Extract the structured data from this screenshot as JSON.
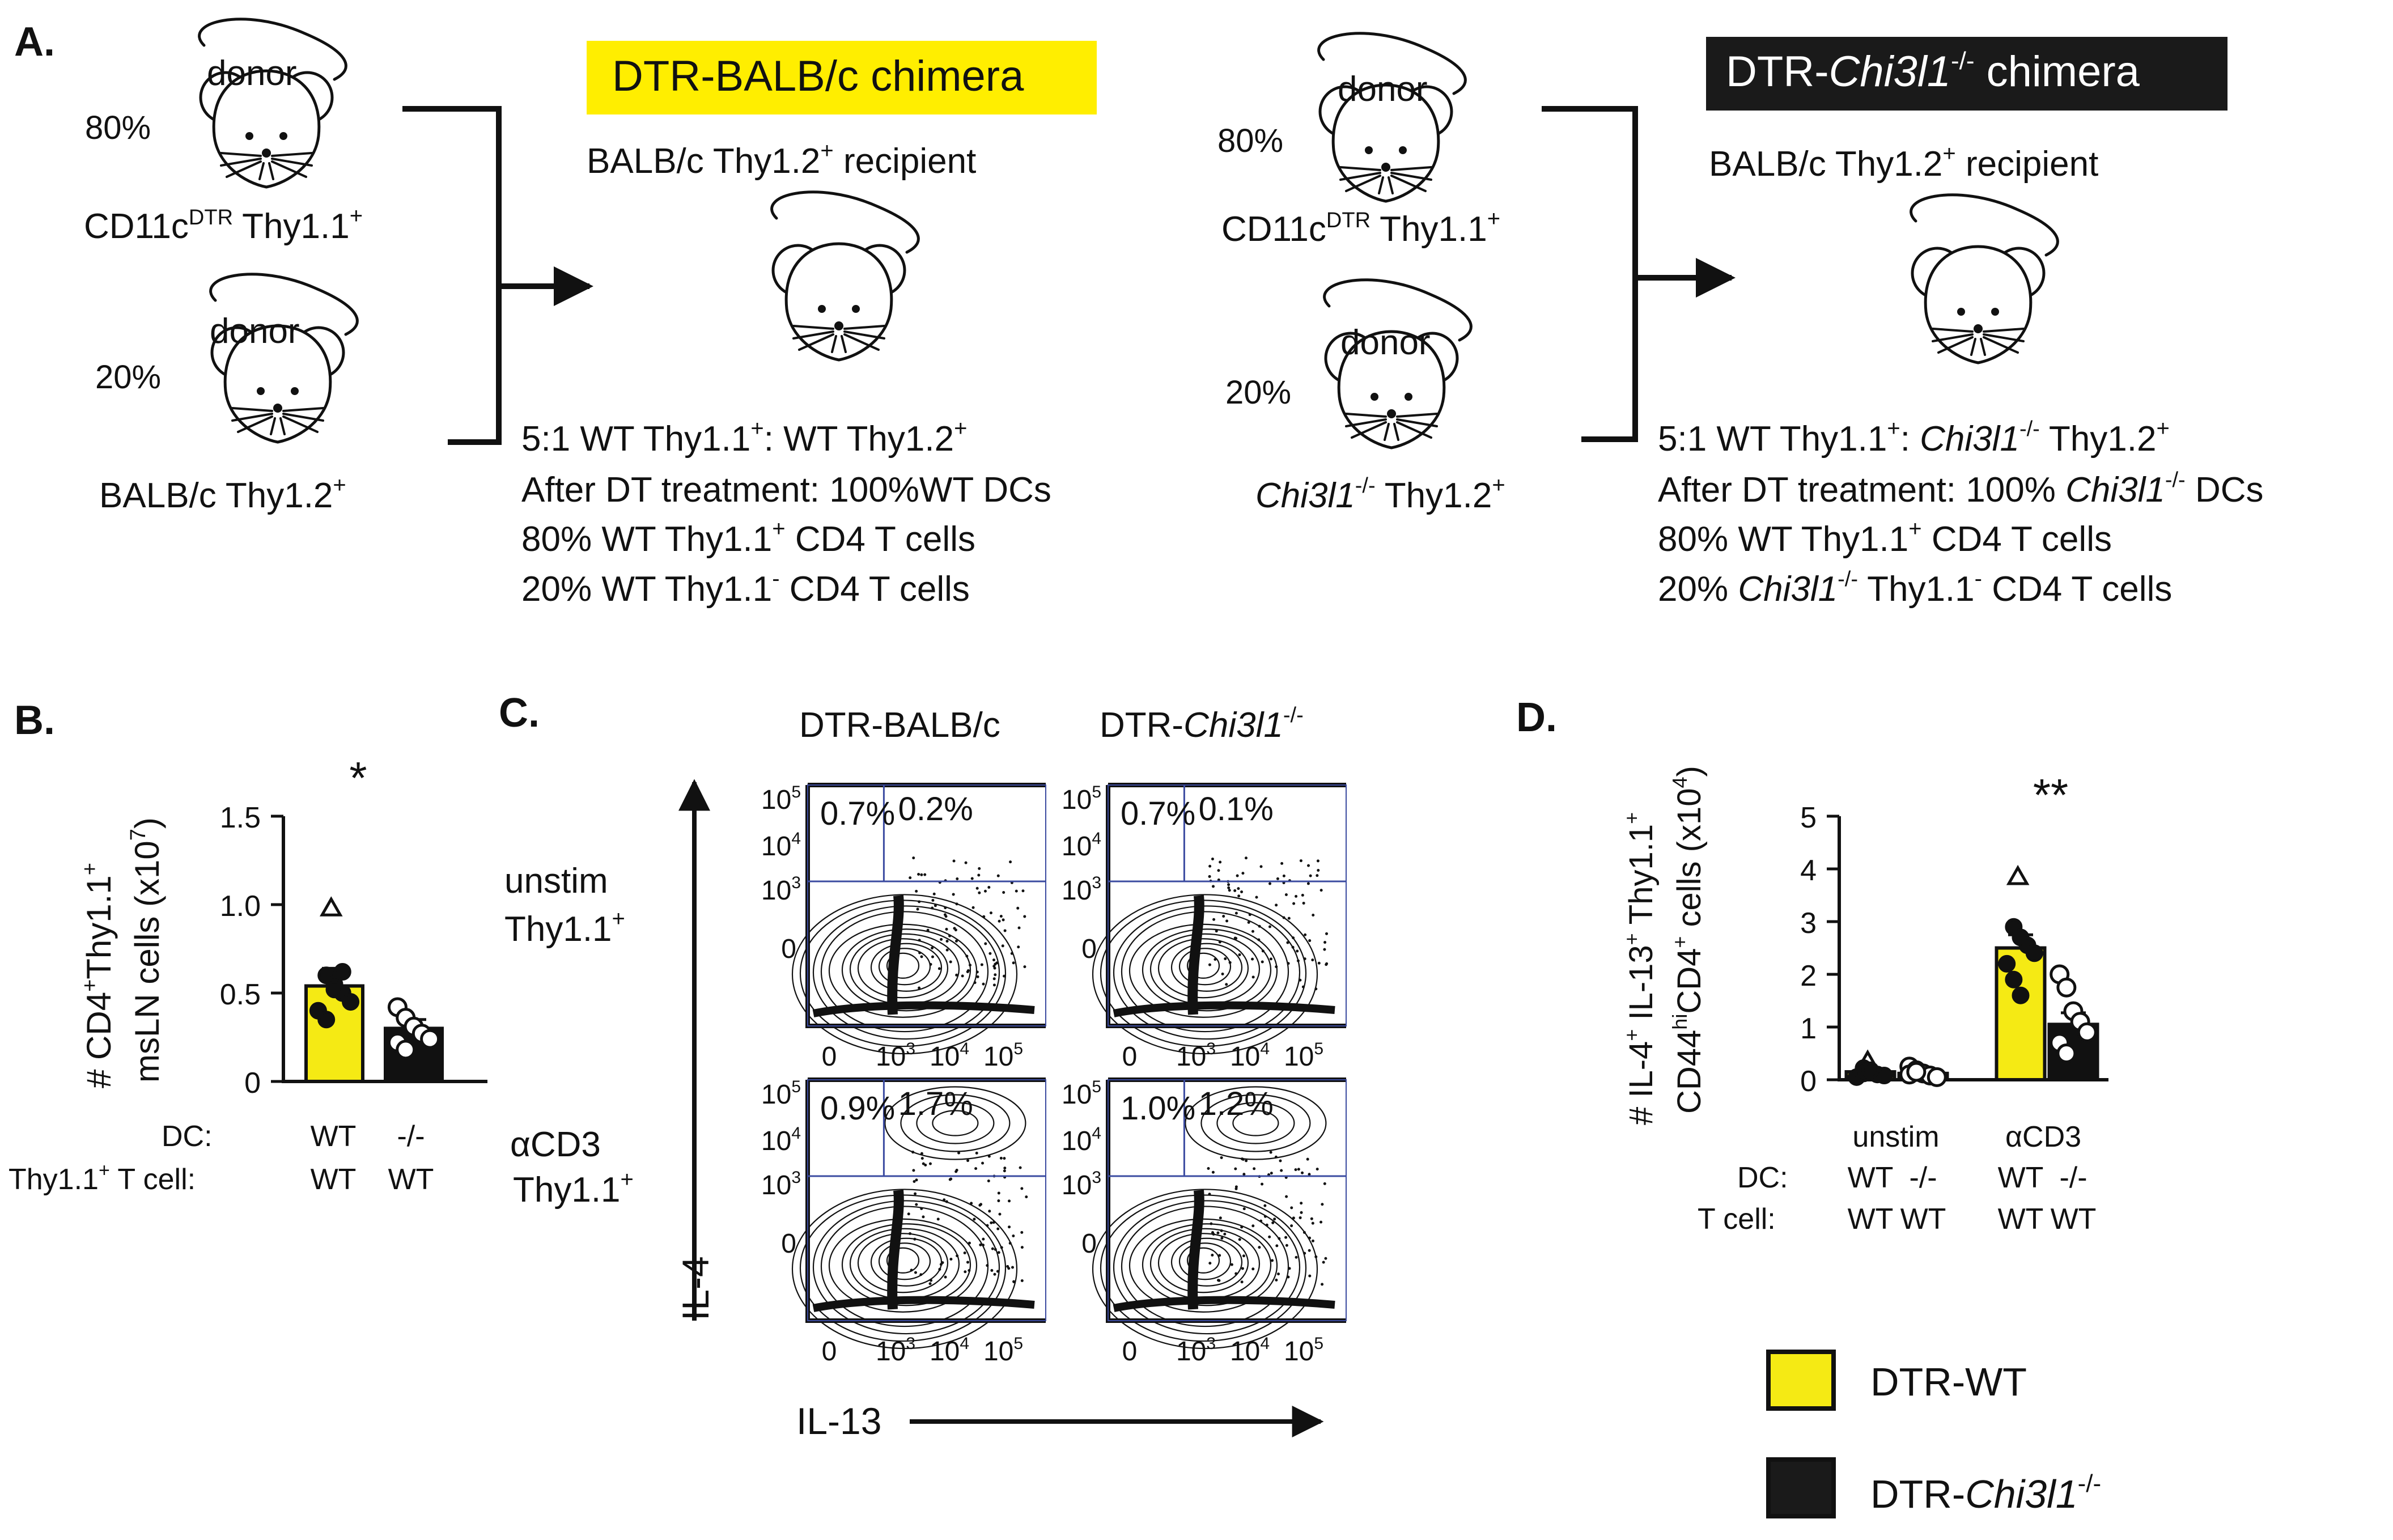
{
  "panel_a": {
    "label": "A.",
    "left": {
      "box_label": "DTR-BALB/c chimera",
      "donor_word": "donor",
      "donor1_pct": "80%",
      "donor1_strain": "CD11c",
      "donor1_sup": "DTR",
      "donor1_suffix": " Thy1.1",
      "donor2_pct": "20%",
      "donor2_strain": "BALB/c Thy1.2",
      "recipient": "BALB/c Thy1.2",
      "recipient_suffix": " recipient",
      "ratio_a": "5:1 WT Thy1.1",
      "ratio_b": ": WT Thy1.2",
      "after_dt": "After DT treatment:  100%WT DCs",
      "pct80_a": "80% WT Thy1.1",
      "pct80_b": " CD4 T cells",
      "pct20_a": "20% WT Thy1.1",
      "pct20_b": " CD4 T cells"
    },
    "right": {
      "box_label_a": "DTR-",
      "box_label_italic": "Chi3l1",
      "box_label_sup": "-/-",
      "box_label_b": " chimera",
      "donor_word": "donor",
      "donor1_pct": "80%",
      "donor1_strain": "CD11c",
      "donor1_sup": "DTR",
      "donor1_suffix": " Thy1.1",
      "donor2_pct": "20%",
      "donor2_italic": "Chi3l1",
      "donor2_sup": "-/-",
      "donor2_suffix": " Thy1.2",
      "recipient": "BALB/c Thy1.2",
      "recipient_suffix": " recipient",
      "ratio_a": "5:1 WT Thy1.1",
      "ratio_b": ": ",
      "ratio_italic": "Chi3l1",
      "ratio_sup": "-/-",
      "ratio_c": " Thy1.2",
      "after_dt_a": "After DT treatment:  100% ",
      "after_dt_italic": "Chi3l1",
      "after_dt_sup": "-/-",
      "after_dt_b": " DCs",
      "pct80_a": "80% WT Thy1.1",
      "pct80_b": " CD4 T cells",
      "pct20_a": "20% ",
      "pct20_italic": "Chi3l1",
      "pct20_sup": "-/-",
      "pct20_b": " Thy1.1",
      "pct20_c": " CD4 T cells"
    },
    "sup_plus": "+",
    "sup_minus": "-"
  },
  "panel_b": {
    "label": "B.",
    "ylabel_line1": "# CD4",
    "ylabel_line1_b": "Thy1.1",
    "ylabel_line2": "msLN cells (x10",
    "ylabel_exp": "7",
    "ylabel_close": ")",
    "sig": "*",
    "row1_label": "DC:",
    "row2_label": "Thy1.1",
    "row2_label_b": " T cell:",
    "dc_values": [
      "WT",
      "-/-"
    ],
    "tcell_values": [
      "WT",
      "WT"
    ]
  },
  "panel_c": {
    "label": "C.",
    "col1": "DTR-BALB/c",
    "col2_a": "DTR-",
    "col2_italic": "Chi3l1",
    "col2_sup": "-/-",
    "row1_a": "unstim",
    "row1_b": "Thy1.1",
    "row2_a": "αCD3",
    "row2_b": "Thy1.1",
    "y_axis": "IL-4",
    "x_axis": "IL-13",
    "tick_0": "0",
    "tick_base": "10",
    "tick_exps": [
      "3",
      "4",
      "5"
    ],
    "plots": [
      {
        "ul": "0.7%",
        "ur": "0.2%"
      },
      {
        "ul": "0.7%",
        "ur": "0.1%"
      },
      {
        "ul": "0.9%",
        "ur": "1.7%"
      },
      {
        "ul": "1.0%",
        "ur": "1.2%"
      }
    ]
  },
  "panel_d": {
    "label": "D.",
    "ylabel_line1": "# IL-4",
    "ylabel_line1_b": " IL-13",
    "ylabel_line1_c": " Thy1.1",
    "ylabel_line2": "CD44",
    "ylabel_hi": "hi",
    "ylabel_line2_b": "CD4",
    "ylabel_line2_c": " cells (x10",
    "ylabel_exp": "4",
    "ylabel_close": ")",
    "sig": "**",
    "group1": "unstim",
    "group2": "αCD3",
    "row1_label": "DC:",
    "row2_label": "T cell:",
    "dc_values": [
      "WT",
      "-/-",
      "WT",
      "-/-"
    ],
    "tcell_values": [
      "WT",
      "WT",
      "WT",
      "WT"
    ]
  },
  "legend": {
    "wt": "DTR-WT",
    "ko_a": "DTR-",
    "ko_italic": "Chi3l1",
    "ko_sup": "-/-"
  },
  "colors": {
    "wt_fill": "#f5ea14",
    "ko_fill": "#111111",
    "highlight_box": "#ffee00",
    "dark_box": "#1a1a1a",
    "gate_line": "#3b4ba0"
  },
  "chart_data": [
    {
      "type": "bar",
      "panel": "B",
      "categories": [
        "WT / WT",
        "-/- / WT"
      ],
      "series": [
        {
          "name": "DTR-WT",
          "values": [
            0.54,
            null
          ]
        },
        {
          "name": "DTR-Chi3l1-/-",
          "values": [
            null,
            0.3
          ]
        }
      ],
      "values": [
        0.54,
        0.3
      ],
      "errors": [
        0.1,
        0.05
      ],
      "points": [
        [
          0.98,
          0.6,
          0.55,
          0.5,
          0.45,
          0.4,
          0.35,
          0.52,
          0.62
        ],
        [
          0.42,
          0.36,
          0.31,
          0.27,
          0.24,
          0.22,
          0.18
        ]
      ],
      "yticks": [
        0,
        0.5,
        1.0,
        1.5
      ],
      "ytick_labels": [
        "0",
        "0.5",
        "1.0",
        "1.5"
      ],
      "ylim": [
        0,
        1.5
      ]
    },
    {
      "type": "bar",
      "panel": "D",
      "categories": [
        "unstim WT / WT",
        "unstim -/- / WT",
        "αCD3 WT / WT",
        "αCD3 -/- / WT"
      ],
      "values": [
        0.15,
        0.12,
        2.5,
        1.05
      ],
      "errors": [
        0.04,
        0.03,
        0.25,
        0.22
      ],
      "bar_colors": [
        "#f5ea14",
        "#111111",
        "#f5ea14",
        "#111111"
      ],
      "points": [
        [
          0.35,
          0.22,
          0.15,
          0.1,
          0.08,
          0.05,
          0.12,
          0.18
        ],
        [
          0.25,
          0.18,
          0.12,
          0.08,
          0.05,
          0.1,
          0.15
        ],
        [
          3.85,
          2.9,
          2.7,
          2.55,
          2.4,
          2.2,
          1.9,
          1.6
        ],
        [
          2.0,
          1.75,
          1.3,
          1.1,
          0.9,
          0.7,
          0.5
        ]
      ],
      "yticks": [
        0,
        1,
        2,
        3,
        4,
        5
      ],
      "ytick_labels": [
        "0",
        "1",
        "2",
        "3",
        "4",
        "5"
      ],
      "ylim": [
        0,
        5
      ]
    }
  ]
}
